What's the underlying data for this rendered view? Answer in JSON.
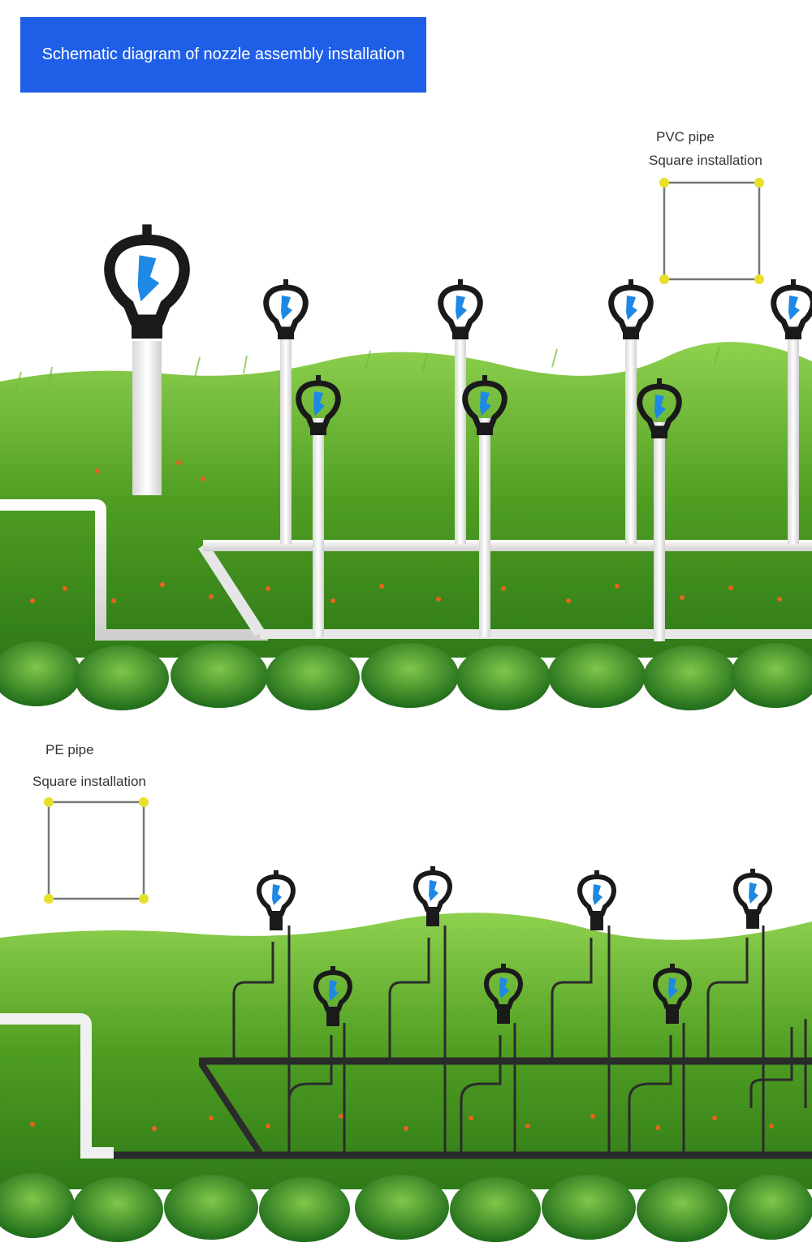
{
  "title": "Schematic diagram of nozzle assembly installation",
  "pvc_section": {
    "pipe_label": "PVC pipe",
    "install_label": "Square installation"
  },
  "pe_section": {
    "pipe_label": "PE pipe",
    "install_label": "Square installation"
  },
  "colors": {
    "banner": "#1f5fe8",
    "grass": "#5ea82a",
    "pvc_pipe": "#f2f2f2",
    "pe_pipe": "#2b2b2b",
    "nozzle_body": "#1a1a1a",
    "nozzle_rotor": "#1e88e5",
    "corner_dot": "#e6e02a",
    "flower": "#e8631c"
  },
  "icons": [
    "rotary-sprinkler-nozzle-icon",
    "pvc-pipe-icon",
    "pe-pipe-icon",
    "grass-icon",
    "shrub-icon"
  ]
}
